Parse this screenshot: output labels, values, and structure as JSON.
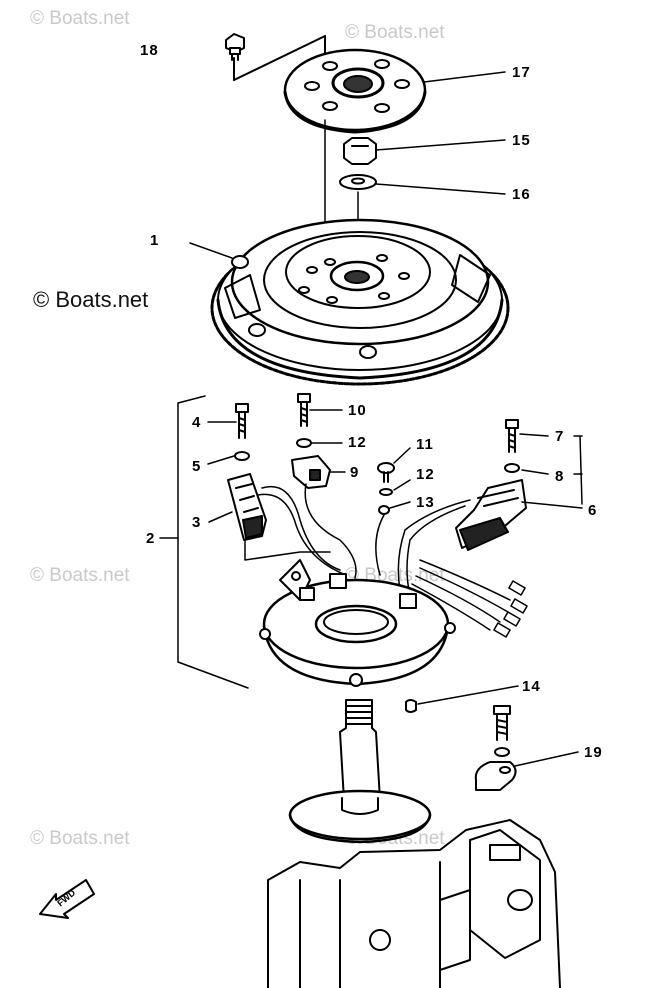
{
  "watermark": "© Boats.net",
  "callouts": {
    "c1": "1",
    "c2": "2",
    "c3": "3",
    "c4": "4",
    "c5": "5",
    "c6": "6",
    "c7": "7",
    "c8": "8",
    "c9": "9",
    "c10": "10",
    "c11": "11",
    "c12a": "12",
    "c12b": "12",
    "c13": "13",
    "c14": "14",
    "c15": "15",
    "c16": "16",
    "c17": "17",
    "c18": "18",
    "c19": "19"
  },
  "fwd_label": "FWD"
}
